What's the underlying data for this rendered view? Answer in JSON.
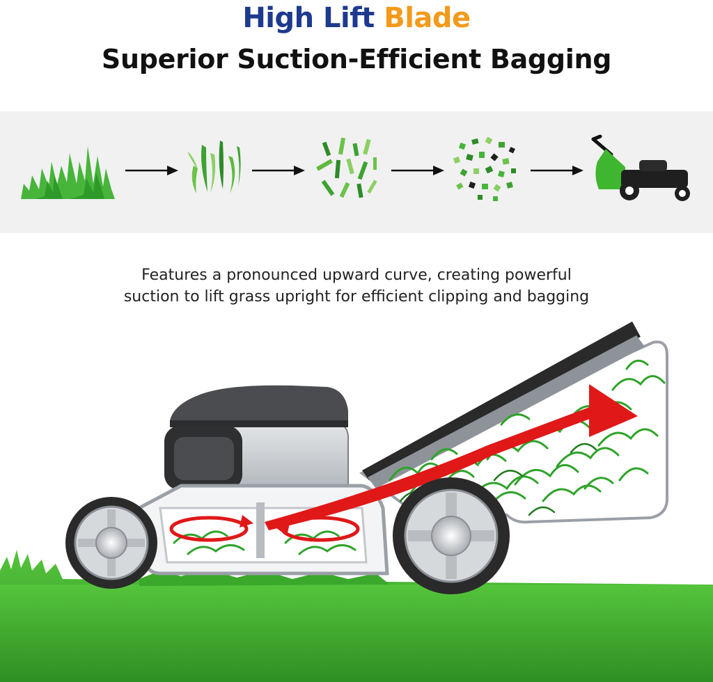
{
  "header": {
    "title_part1": "High Lift",
    "title_part2": "Blade",
    "subtitle": "Superior Suction-Efficient Bagging"
  },
  "colors": {
    "title_blue": "#1d3a8f",
    "title_orange": "#f39a1b",
    "grass_green": "#3fb62f",
    "dark_green": "#1e7a1e",
    "arrow_red": "#e01818",
    "band_gray": "#f1f1f1"
  },
  "process": {
    "steps": [
      {
        "icon": "grass-tuft-icon"
      },
      {
        "icon": "cut-blades-icon"
      },
      {
        "icon": "chopped-pieces-icon"
      },
      {
        "icon": "mulch-fragments-icon"
      },
      {
        "icon": "lawn-mower-icon"
      }
    ]
  },
  "description": {
    "line1": "Features a pronounced upward curve, creating powerful",
    "line2": "suction to lift grass upright for efficient clipping and bagging"
  }
}
